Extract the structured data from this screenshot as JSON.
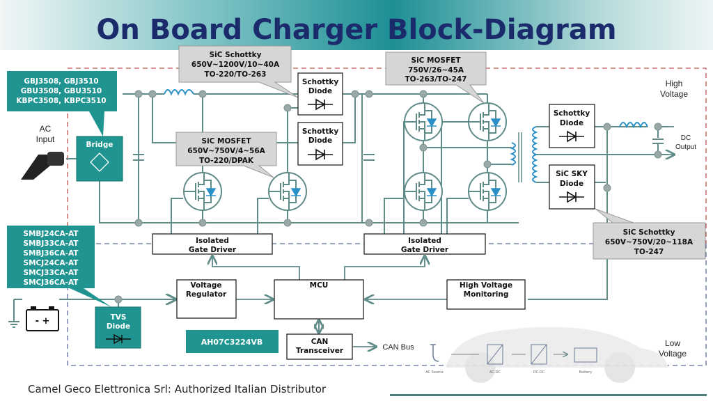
{
  "title": "On Board Charger Block-Diagram",
  "footer": "Camel Geco Elettronica Srl: Authorized Italian Distributor",
  "colors": {
    "title": "#1b2a6b",
    "teal": "#1f9490",
    "wire": "#5f8b88",
    "hv_border": "#c0504d",
    "lv_border": "#5b6d9a",
    "callout_gray": "#d6d6d6"
  },
  "zones": {
    "high_voltage": [
      "High",
      "Voltage"
    ],
    "low_voltage": [
      "Low",
      "Voltage"
    ]
  },
  "ac_input": [
    "AC",
    "Input"
  ],
  "dc_output": [
    "DC",
    "Output"
  ],
  "bridge_callout": [
    "GBJ3508, GBJ3510",
    "GBU3508, GBU3510",
    "KBPC3508, KBPC3510"
  ],
  "bridge": "Bridge",
  "callouts": {
    "sic_schottky_pfc": [
      "SiC Schottky",
      "650V~1200V/10~40A",
      "TO-220/TO-263"
    ],
    "sic_mosfet_pfc": [
      "SiC MOSFET",
      "650V~750V/4~56A",
      "TO-220/DPAK"
    ],
    "sic_mosfet_llc": [
      "SiC MOSFET",
      "750V/26~45A",
      "TO-263/TO-247"
    ],
    "sic_schottky_out": [
      "SiC Schottky",
      "650V~750V/20~118A",
      "TO-247"
    ]
  },
  "blocks": {
    "schottky_diode_1": [
      "Schottky",
      "Diode"
    ],
    "schottky_diode_2": [
      "Schottky",
      "Diode"
    ],
    "schottky_diode_3": [
      "Schottky",
      "Diode"
    ],
    "sic_sky_diode": [
      "SiC SKY",
      "Diode"
    ],
    "gate_driver_1": [
      "Isolated",
      "Gate Driver"
    ],
    "gate_driver_2": [
      "Isolated",
      "Gate Driver"
    ],
    "voltage_regulator": [
      "Voltage",
      "Regulator"
    ],
    "mcu": "MCU",
    "hv_monitoring": [
      "High Voltage",
      "Monitoring"
    ],
    "can_transceiver": [
      "CAN",
      "Transceiver"
    ],
    "can_bus": "CAN Bus",
    "tvs_diode": [
      "TVS",
      "Diode"
    ]
  },
  "tvs_callout": [
    "SMBJ24CA-AT",
    "SMBJ33CA-AT",
    "SMBJ36CA-AT",
    "SMCJ24CA-AT",
    "SMCJ33CA-AT",
    "SMCJ36CA-AT"
  ],
  "can_callout": "AH07C3224VB",
  "car_graphic": {
    "labels": [
      "AC Source",
      "AC-DC",
      "DC-DC",
      "Battery"
    ]
  }
}
